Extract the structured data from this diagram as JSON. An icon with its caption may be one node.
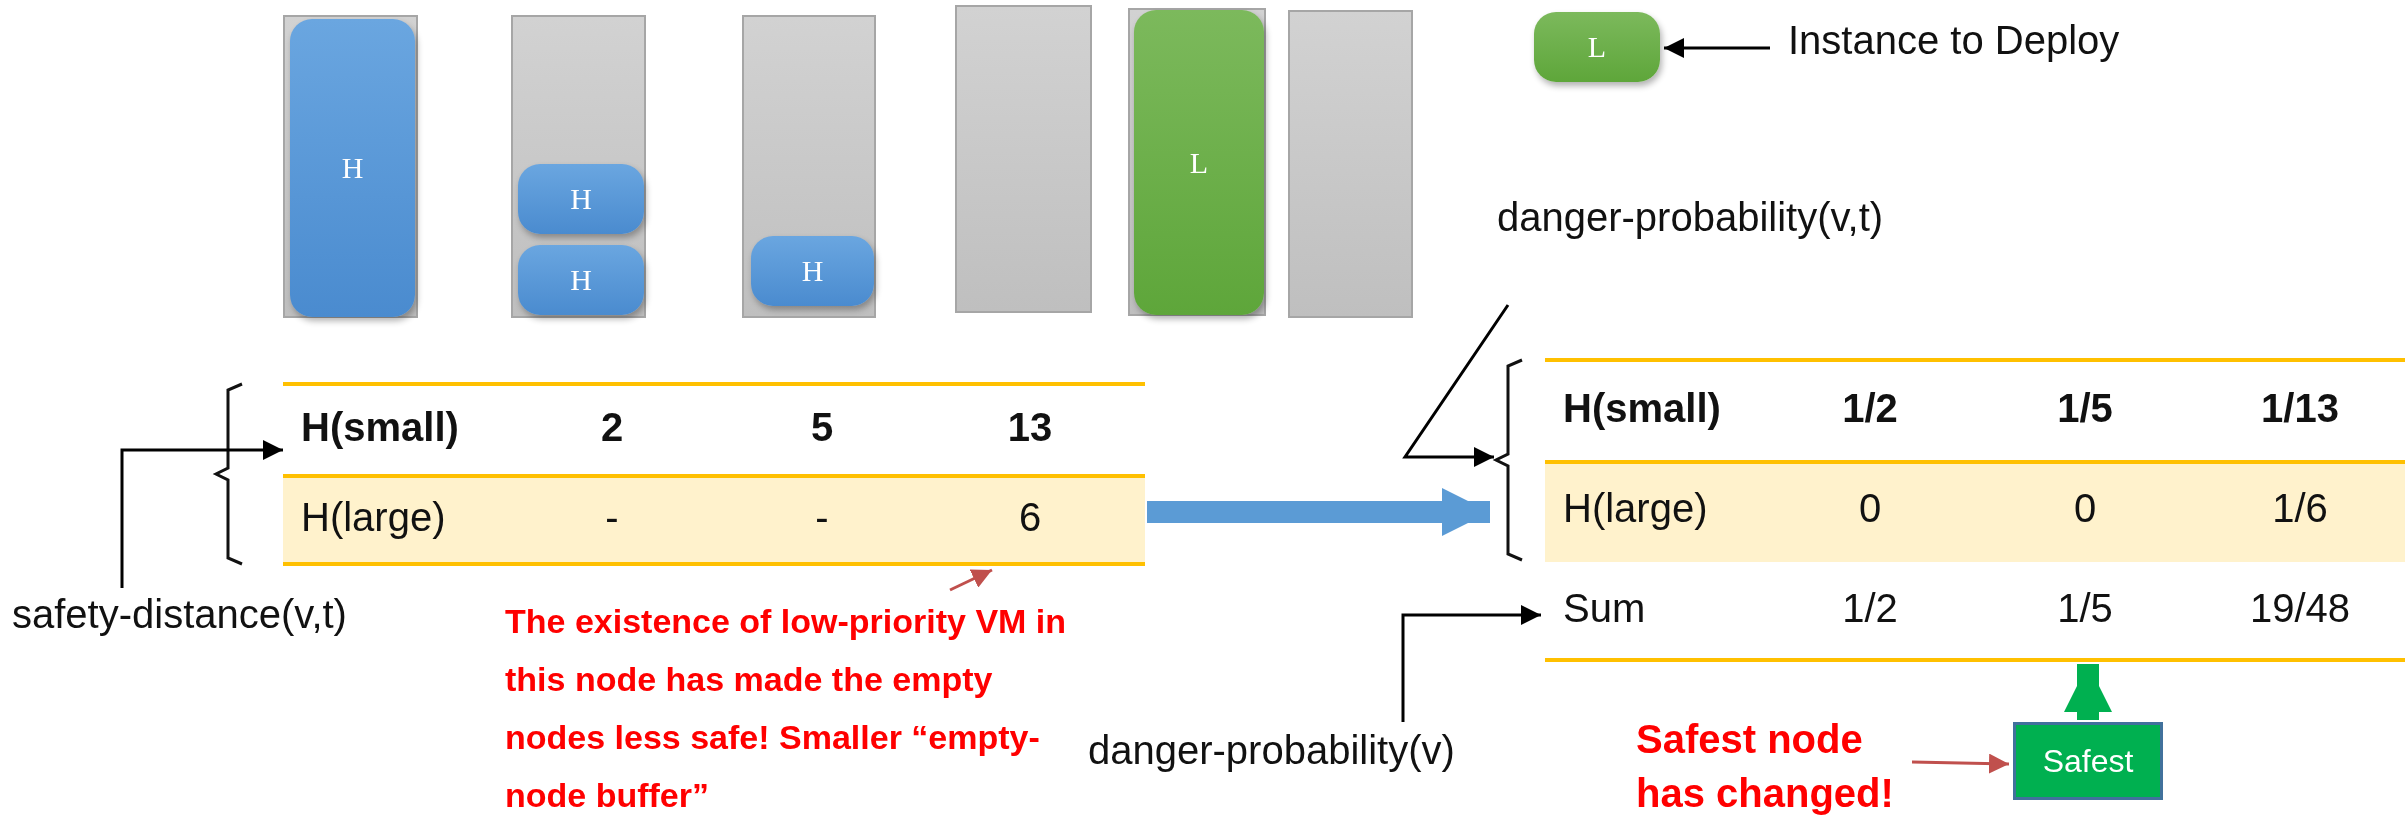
{
  "diagram": {
    "nodes": [
      {
        "text": [],
        "shape": "box"
      },
      {
        "text": [
          "H"
        ],
        "in": 0
      },
      {
        "text": [],
        "shape": "box"
      },
      {
        "text": [
          "H"
        ],
        "in": 2
      },
      {
        "text": [
          "H"
        ],
        "in": 2
      },
      {
        "text": [],
        "shape": "box"
      },
      {
        "text": [
          "H"
        ],
        "in": 5
      },
      {
        "text": [],
        "shape": "box"
      },
      {
        "text": [],
        "shape": "box"
      },
      {
        "text": [
          "L"
        ],
        "in": 8
      },
      {
        "text": [],
        "shape": "box"
      },
      {
        "text": [
          "L"
        ]
      },
      {
        "text": [
          "Instance to Deploy"
        ]
      },
      {
        "text": [
          "safety-distance(v,t)"
        ]
      },
      {
        "text": [
          "H(small)",
          "2",
          "5",
          "13",
          "H(large)",
          "-",
          "-",
          "6"
        ]
      },
      {
        "text": [
          "danger-probability(v,t)"
        ]
      },
      {
        "text": [
          "H(small)",
          "1/2",
          "1/5",
          "1/13",
          "H(large)",
          "0",
          "0",
          "1/6"
        ]
      },
      {
        "text": [
          "Sum",
          "1/2",
          "1/5",
          "19/48"
        ]
      },
      {
        "text": [
          "danger-probability(v)"
        ]
      },
      {
        "text": [
          "The existence of low-priority VM in this node has made the empty nodes less safe! Smaller “empty-node buffer”"
        ]
      },
      {
        "text": [
          "Safest"
        ]
      },
      {
        "text": [
          "Safest node has changed!"
        ]
      }
    ],
    "edges": [
      {
        "from": 12,
        "to": 11,
        "arrow": "to"
      },
      {
        "from": 13,
        "to": 14,
        "arrow": "to"
      },
      {
        "from": 14,
        "to": 16,
        "arrow": "to",
        "style": "thick",
        "color": "#5b9bd5"
      },
      {
        "from": 15,
        "to": 16,
        "arrow": "to"
      },
      {
        "from": 18,
        "to": 17,
        "arrow": "to"
      },
      {
        "from": 19,
        "to": 14,
        "arrow": "to",
        "color": "#c0504d"
      },
      {
        "from": 21,
        "to": 20,
        "arrow": "to",
        "color": "#c0504d"
      },
      {
        "from": 20,
        "to": 17,
        "arrow": "to",
        "style": "thick",
        "color": "#00b050"
      }
    ]
  }
}
